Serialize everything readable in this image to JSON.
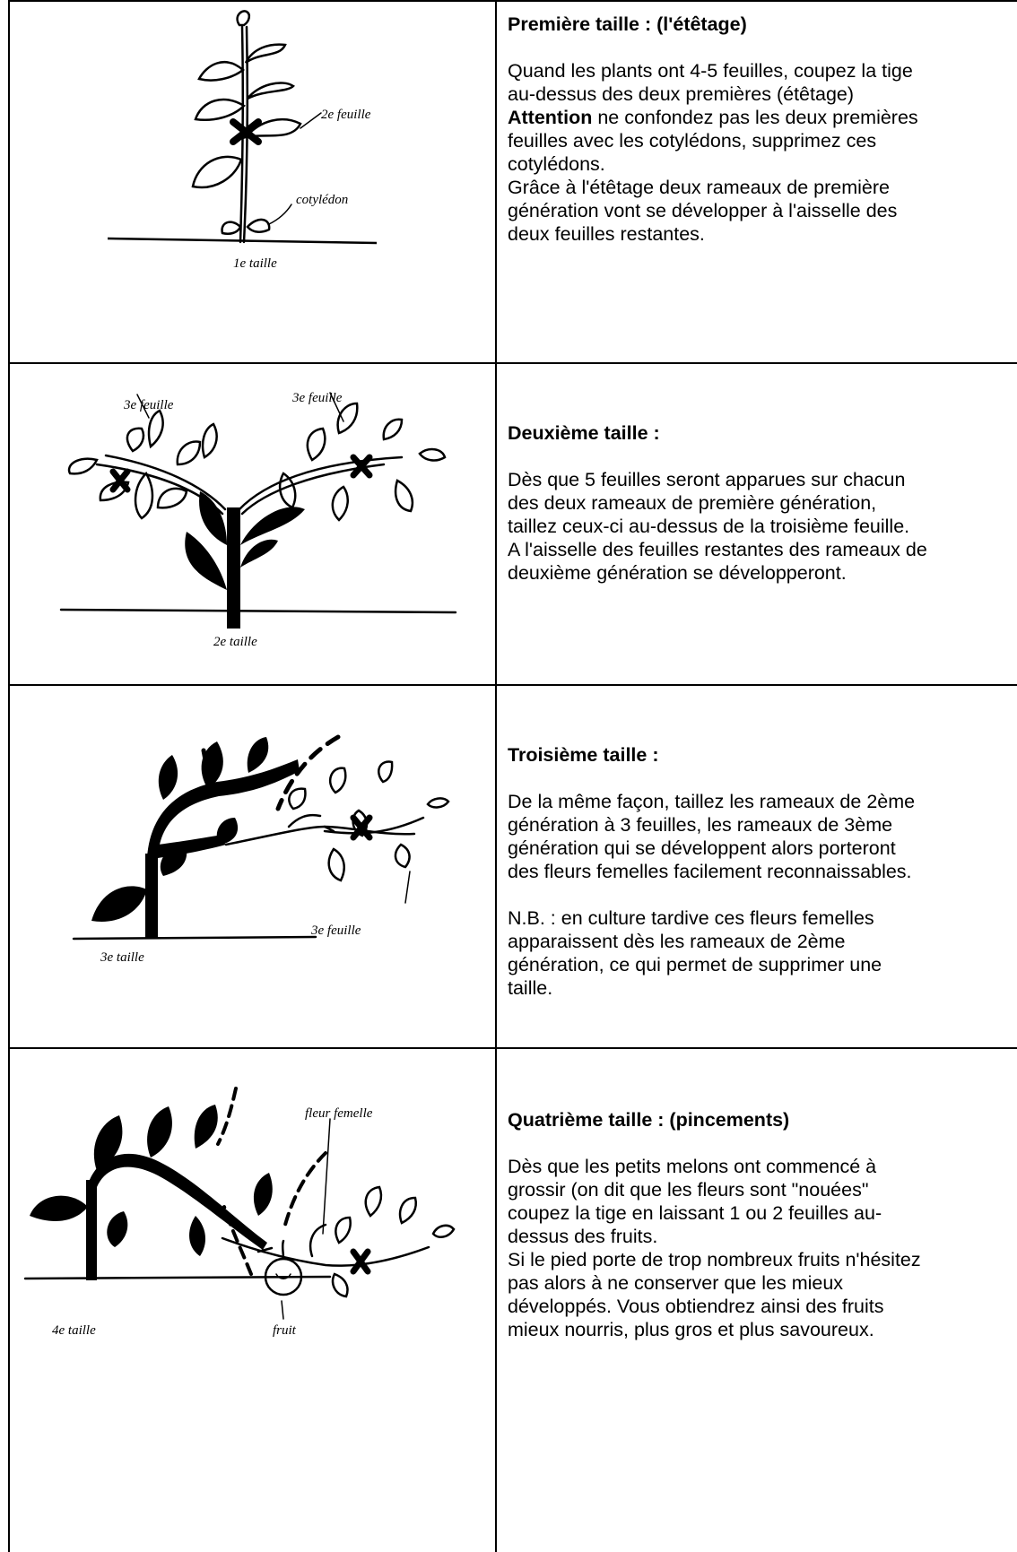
{
  "rows": [
    {
      "heading": "Première taille : (l'étêtage)",
      "p1": "Quand les plants ont 4-5 feuilles, coupez la tige au-dessus des deux premières (étêtage)",
      "p2_bold": "Attention",
      "p2_rest": " ne confondez pas les deux premières feuilles avec les cotylédons, supprimez ces cotylédons.",
      "p3": "Grâce à l'étêtage deux rameaux de première génération vont se développer à l'aisselle des deux feuilles restantes.",
      "labels": {
        "leaf": "2e feuille",
        "cotyledon": "cotylédon",
        "caption": "1e taille"
      }
    },
    {
      "heading": "Deuxième taille :",
      "p1": "Dès que 5 feuilles seront apparues sur chacun des deux rameaux de première génération, taillez ceux-ci au-dessus de la troisième feuille.",
      "p2": "A l'aisselle des feuilles restantes des rameaux de deuxième génération se développeront.",
      "labels": {
        "leaf_left": "3e feuille",
        "leaf_right": "3e feuille",
        "caption": "2e taille"
      }
    },
    {
      "heading": "Troisième taille :",
      "p1": "De la même façon, taillez les rameaux de 2ème génération à 3 feuilles, les rameaux de 3ème génération qui se développent alors porteront des fleurs femelles facilement reconnaissables.",
      "p2": "N.B. : en culture tardive ces fleurs femelles apparaissent dès les rameaux de 2ème génération, ce qui permet de supprimer une taille.",
      "labels": {
        "leaf": "3e feuille",
        "caption": "3e taille"
      }
    },
    {
      "heading": "Quatrième taille : (pincements)",
      "p1": "Dès que les petits melons ont commencé à grossir (on dit que les fleurs sont \"nouées\" coupez la tige en laissant 1 ou 2 feuilles au-dessus des fruits.",
      "p2": "Si le pied porte de trop nombreux fruits n'hésitez pas alors à ne conserver que les mieux développés. Vous obtiendrez ainsi des fruits mieux nourris, plus gros et plus savoureux.",
      "labels": {
        "flower": "fleur femelle",
        "fruit": "fruit",
        "caption": "4e taille"
      }
    }
  ],
  "colors": {
    "ink": "#000000",
    "paper": "#ffffff"
  }
}
